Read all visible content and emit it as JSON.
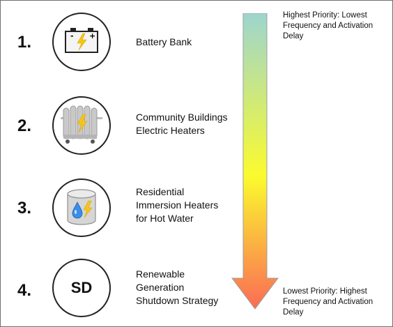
{
  "items": [
    {
      "number": "1.",
      "icon": "battery-icon",
      "lines": [
        "Battery Bank"
      ]
    },
    {
      "number": "2.",
      "icon": "radiator-heater-icon",
      "lines": [
        "Community Buildings",
        "Electric Heaters"
      ]
    },
    {
      "number": "3.",
      "icon": "water-tank-icon",
      "lines": [
        "Residential",
        "Immersion Heaters",
        "for Hot Water"
      ]
    },
    {
      "number": "4.",
      "icon": "shutdown-sd-icon",
      "icon_text": "SD",
      "lines": [
        "Renewable",
        "Generation",
        "Shutdown Strategy"
      ]
    }
  ],
  "priority": {
    "top": [
      "Highest Priority: Lowest",
      "Frequency and Activation",
      "Delay"
    ],
    "bottom": [
      "Lowest Priority: Highest",
      "Frequency and Activation",
      "Delay"
    ]
  },
  "colors": {
    "arrow_top": "#9dd5cf",
    "arrow_mid": "#fbfb2e",
    "arrow_bottom": "#fb6b55",
    "bolt": "#f5c518",
    "water_drop": "#3b8ee8"
  }
}
